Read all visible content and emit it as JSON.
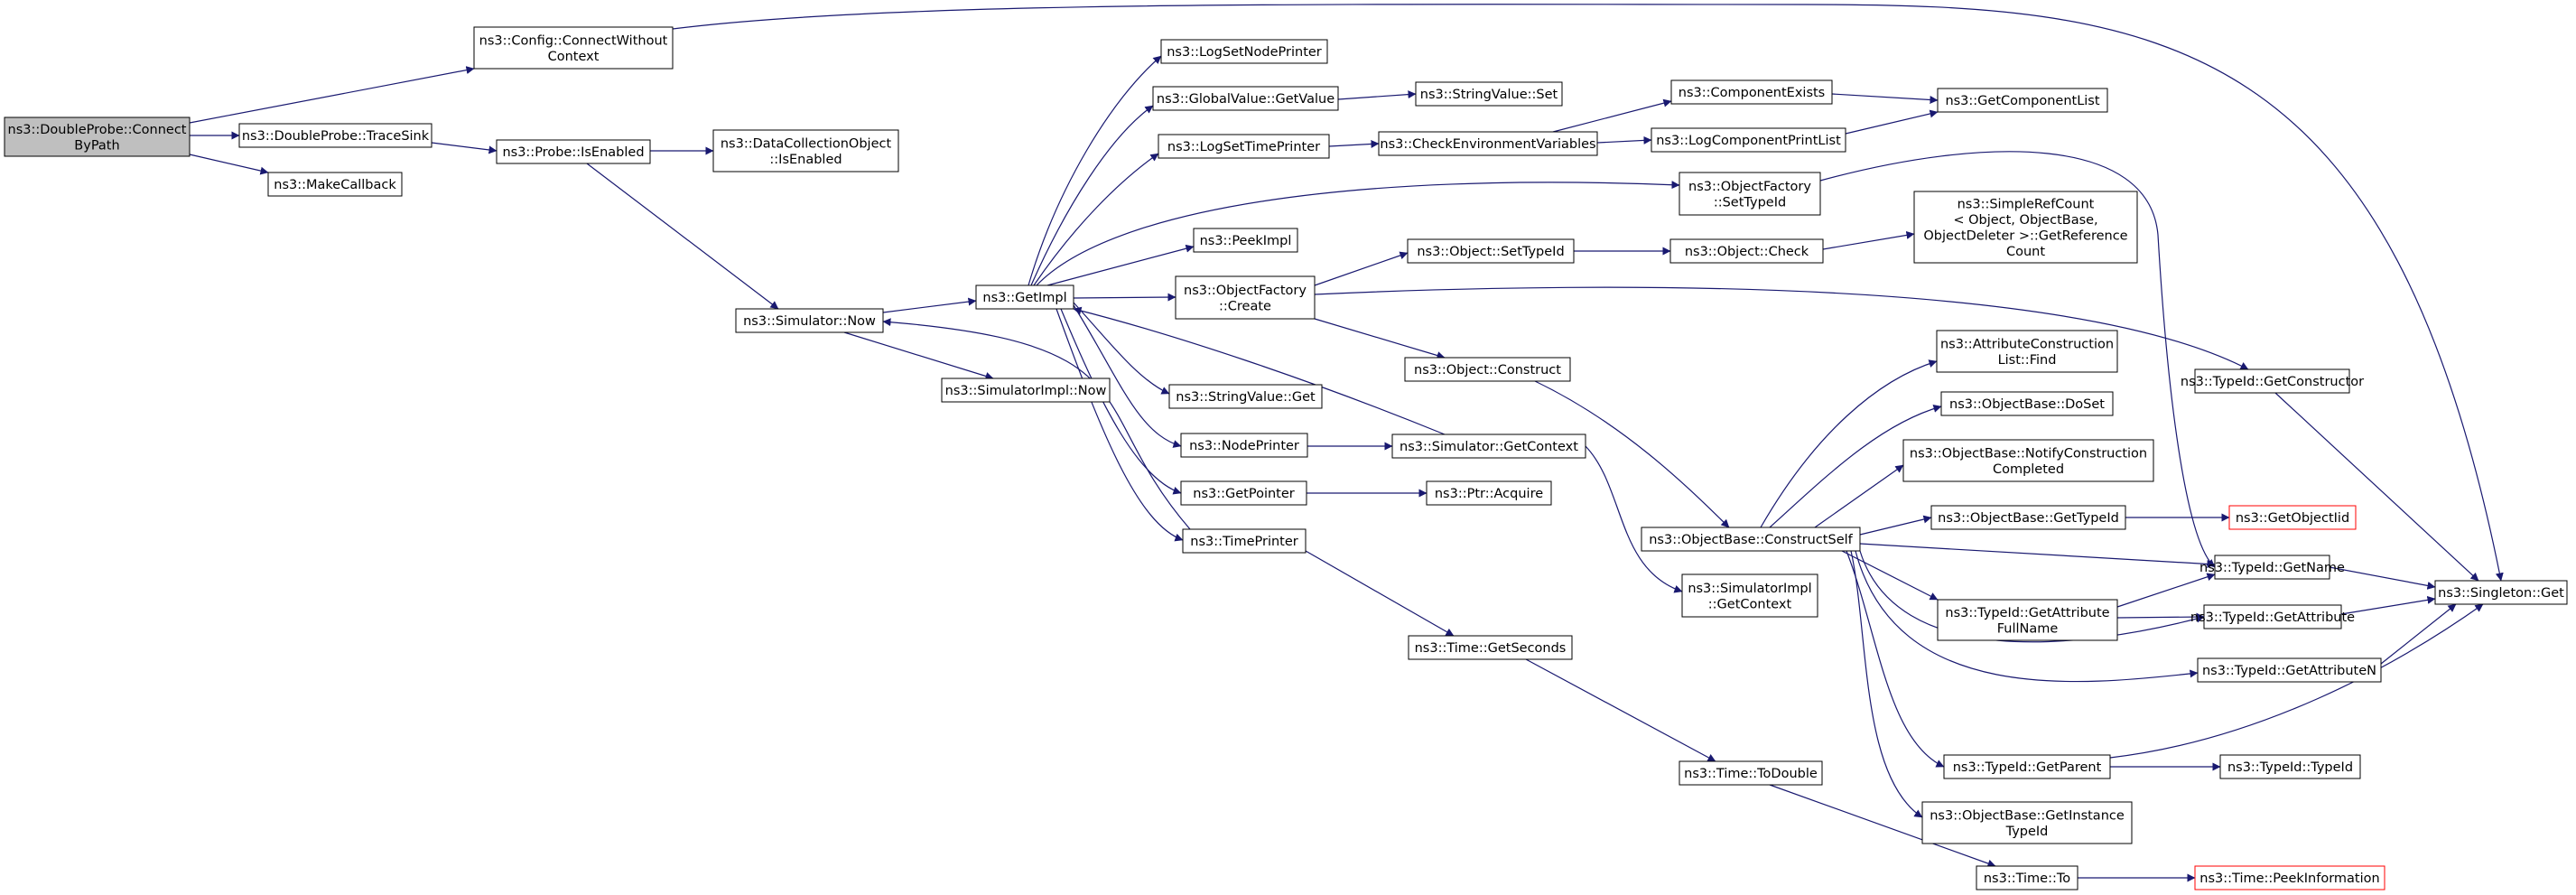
{
  "colors": {
    "edge": "#191970",
    "node_border": "#000000",
    "node_fill": "#ffffff",
    "root_fill": "#bfbfbf",
    "truncated_border": "#ff0000"
  },
  "nodes": [
    {
      "id": "n0",
      "lines": [
        "ns3::DoubleProbe::Connect",
        "ByPath"
      ],
      "kind": "root"
    },
    {
      "id": "n1",
      "lines": [
        "ns3::Config::ConnectWithout",
        "Context"
      ]
    },
    {
      "id": "n2",
      "lines": [
        "ns3::DoubleProbe::TraceSink"
      ]
    },
    {
      "id": "n3",
      "lines": [
        "ns3::MakeCallback"
      ]
    },
    {
      "id": "n4",
      "lines": [
        "ns3::Probe::IsEnabled"
      ]
    },
    {
      "id": "n5",
      "lines": [
        "ns3::DataCollectionObject",
        "::IsEnabled"
      ]
    },
    {
      "id": "n6",
      "lines": [
        "ns3::Simulator::Now"
      ]
    },
    {
      "id": "n7",
      "lines": [
        "ns3::GetImpl"
      ]
    },
    {
      "id": "n8",
      "lines": [
        "ns3::SimulatorImpl::Now"
      ]
    },
    {
      "id": "n9",
      "lines": [
        "ns3::LogSetNodePrinter"
      ]
    },
    {
      "id": "n10",
      "lines": [
        "ns3::GlobalValue::GetValue"
      ]
    },
    {
      "id": "n11",
      "lines": [
        "ns3::StringValue::Set"
      ]
    },
    {
      "id": "n12",
      "lines": [
        "ns3::LogSetTimePrinter"
      ]
    },
    {
      "id": "n13",
      "lines": [
        "ns3::CheckEnvironmentVariables"
      ]
    },
    {
      "id": "n14",
      "lines": [
        "ns3::ComponentExists"
      ]
    },
    {
      "id": "n15",
      "lines": [
        "ns3::GetComponentList"
      ]
    },
    {
      "id": "n16",
      "lines": [
        "ns3::LogComponentPrintList"
      ]
    },
    {
      "id": "n17",
      "lines": [
        "ns3::ObjectFactory",
        "::SetTypeId"
      ]
    },
    {
      "id": "n18",
      "lines": [
        "ns3::PeekImpl"
      ]
    },
    {
      "id": "n19",
      "lines": [
        "ns3::ObjectFactory",
        "::Create"
      ]
    },
    {
      "id": "n20",
      "lines": [
        "ns3::Object::SetTypeId"
      ]
    },
    {
      "id": "n21",
      "lines": [
        "ns3::Object::Check"
      ]
    },
    {
      "id": "n22",
      "lines": [
        "ns3::SimpleRefCount",
        "< Object, ObjectBase,",
        "ObjectDeleter >::GetReference",
        "Count"
      ]
    },
    {
      "id": "n23",
      "lines": [
        "ns3::Object::Construct"
      ]
    },
    {
      "id": "n24",
      "lines": [
        "ns3::StringValue::Get"
      ]
    },
    {
      "id": "n25",
      "lines": [
        "ns3::NodePrinter"
      ]
    },
    {
      "id": "n26",
      "lines": [
        "ns3::Simulator::GetContext"
      ]
    },
    {
      "id": "n27",
      "lines": [
        "ns3::GetPointer"
      ]
    },
    {
      "id": "n28",
      "lines": [
        "ns3::Ptr::Acquire"
      ]
    },
    {
      "id": "n29",
      "lines": [
        "ns3::TimePrinter"
      ]
    },
    {
      "id": "n30",
      "lines": [
        "ns3::Time::GetSeconds"
      ]
    },
    {
      "id": "n31",
      "lines": [
        "ns3::Time::ToDouble"
      ]
    },
    {
      "id": "n32",
      "lines": [
        "ns3::Time::To"
      ]
    },
    {
      "id": "n33",
      "lines": [
        "ns3::Time::PeekInformation"
      ],
      "kind": "truncated"
    },
    {
      "id": "n34",
      "lines": [
        "ns3::ObjectBase::ConstructSelf"
      ]
    },
    {
      "id": "n35",
      "lines": [
        "ns3::SimulatorImpl",
        "::GetContext"
      ]
    },
    {
      "id": "n36",
      "lines": [
        "ns3::AttributeConstruction",
        "List::Find"
      ]
    },
    {
      "id": "n37",
      "lines": [
        "ns3::ObjectBase::DoSet"
      ]
    },
    {
      "id": "n38",
      "lines": [
        "ns3::ObjectBase::NotifyConstruction",
        "Completed"
      ]
    },
    {
      "id": "n39",
      "lines": [
        "ns3::ObjectBase::GetTypeId"
      ]
    },
    {
      "id": "n40",
      "lines": [
        "ns3::GetObjectIid"
      ],
      "kind": "truncated"
    },
    {
      "id": "n41",
      "lines": [
        "ns3::TypeId::GetAttribute",
        "FullName"
      ]
    },
    {
      "id": "n42",
      "lines": [
        "ns3::TypeId::GetParent"
      ]
    },
    {
      "id": "n43",
      "lines": [
        "ns3::ObjectBase::GetInstance",
        "TypeId"
      ]
    },
    {
      "id": "n44",
      "lines": [
        "ns3::TypeId::GetConstructor"
      ]
    },
    {
      "id": "n45",
      "lines": [
        "ns3::TypeId::GetName"
      ]
    },
    {
      "id": "n46",
      "lines": [
        "ns3::TypeId::GetAttribute"
      ]
    },
    {
      "id": "n47",
      "lines": [
        "ns3::TypeId::GetAttributeN"
      ]
    },
    {
      "id": "n48",
      "lines": [
        "ns3::TypeId::TypeId"
      ]
    },
    {
      "id": "n49",
      "lines": [
        "ns3::Singleton::Get"
      ]
    }
  ]
}
